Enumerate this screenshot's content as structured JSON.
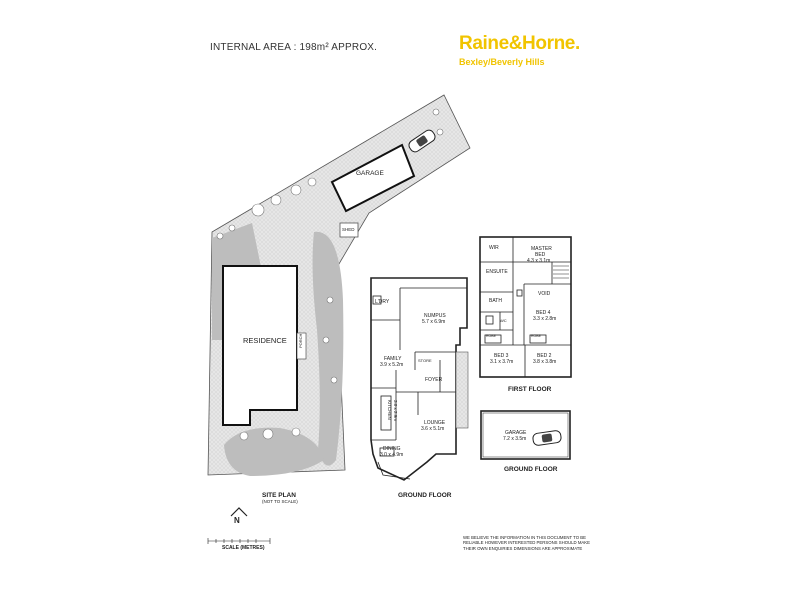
{
  "header": {
    "internal_area": "INTERNAL AREA : 198m² APPROX."
  },
  "brand": {
    "name": "Raine&Horne.",
    "office": "Bexley/Beverly Hills",
    "color": "#f1c400"
  },
  "site_plan": {
    "title": "SITE PLAN",
    "subtitle": "(NOT TO SCALE)",
    "labels": {
      "garage": "GARAGE",
      "shed": "SHED",
      "residence": "RESIDENCE",
      "porch": "PORCH"
    }
  },
  "ground_floor_main": {
    "caption": "GROUND FLOOR",
    "rooms": {
      "ldry": "L'DRY",
      "numpus": "NUMPUS",
      "numpus_size": "5.7 x 6.9m",
      "family": "FAMILY",
      "family_size": "3.9 x 5.2m",
      "store": "STORE",
      "foyer": "FOYER",
      "kitchen": "KITCHEN",
      "kitchen_size": "3.0 x 2.9m",
      "lounge": "LOUNGE",
      "lounge_size": "3.6 x 5.1m",
      "dining": "DINING",
      "dining_size": "3.0 x 4.9m"
    }
  },
  "first_floor": {
    "caption": "FIRST FLOOR",
    "rooms": {
      "wir": "WIR",
      "master": "MASTER",
      "master2": "BED",
      "master_size": "4.3 x 3.1m",
      "ensuite": "ENSUITE",
      "void": "VOID",
      "bath": "BATH",
      "wc": "WC",
      "bed4": "BED 4",
      "bed4_size": "3.3 x 2.8m",
      "bed3": "BED 3",
      "bed3_size": "3.1 x 3.7m",
      "bed2": "BED 2",
      "bed2_size": "3.8 x 3.8m",
      "robe": "ROBE"
    }
  },
  "garage_plan": {
    "caption": "GROUND FLOOR",
    "label": "GARAGE",
    "size": "7.2 x 3.5m"
  },
  "scale": {
    "label": "SCALE (METRES)",
    "north": "N"
  },
  "disclaimer": [
    "WE BELIEVE THE INFORMATION IN THIS DOCUMENT TO BE",
    "RELIABLE HOWEVER INTERESTED PERSONS SHOULD MAKE",
    "THEIR OWN ENQUIRIES DIMENSIONS ARE APPROXIMATE"
  ]
}
